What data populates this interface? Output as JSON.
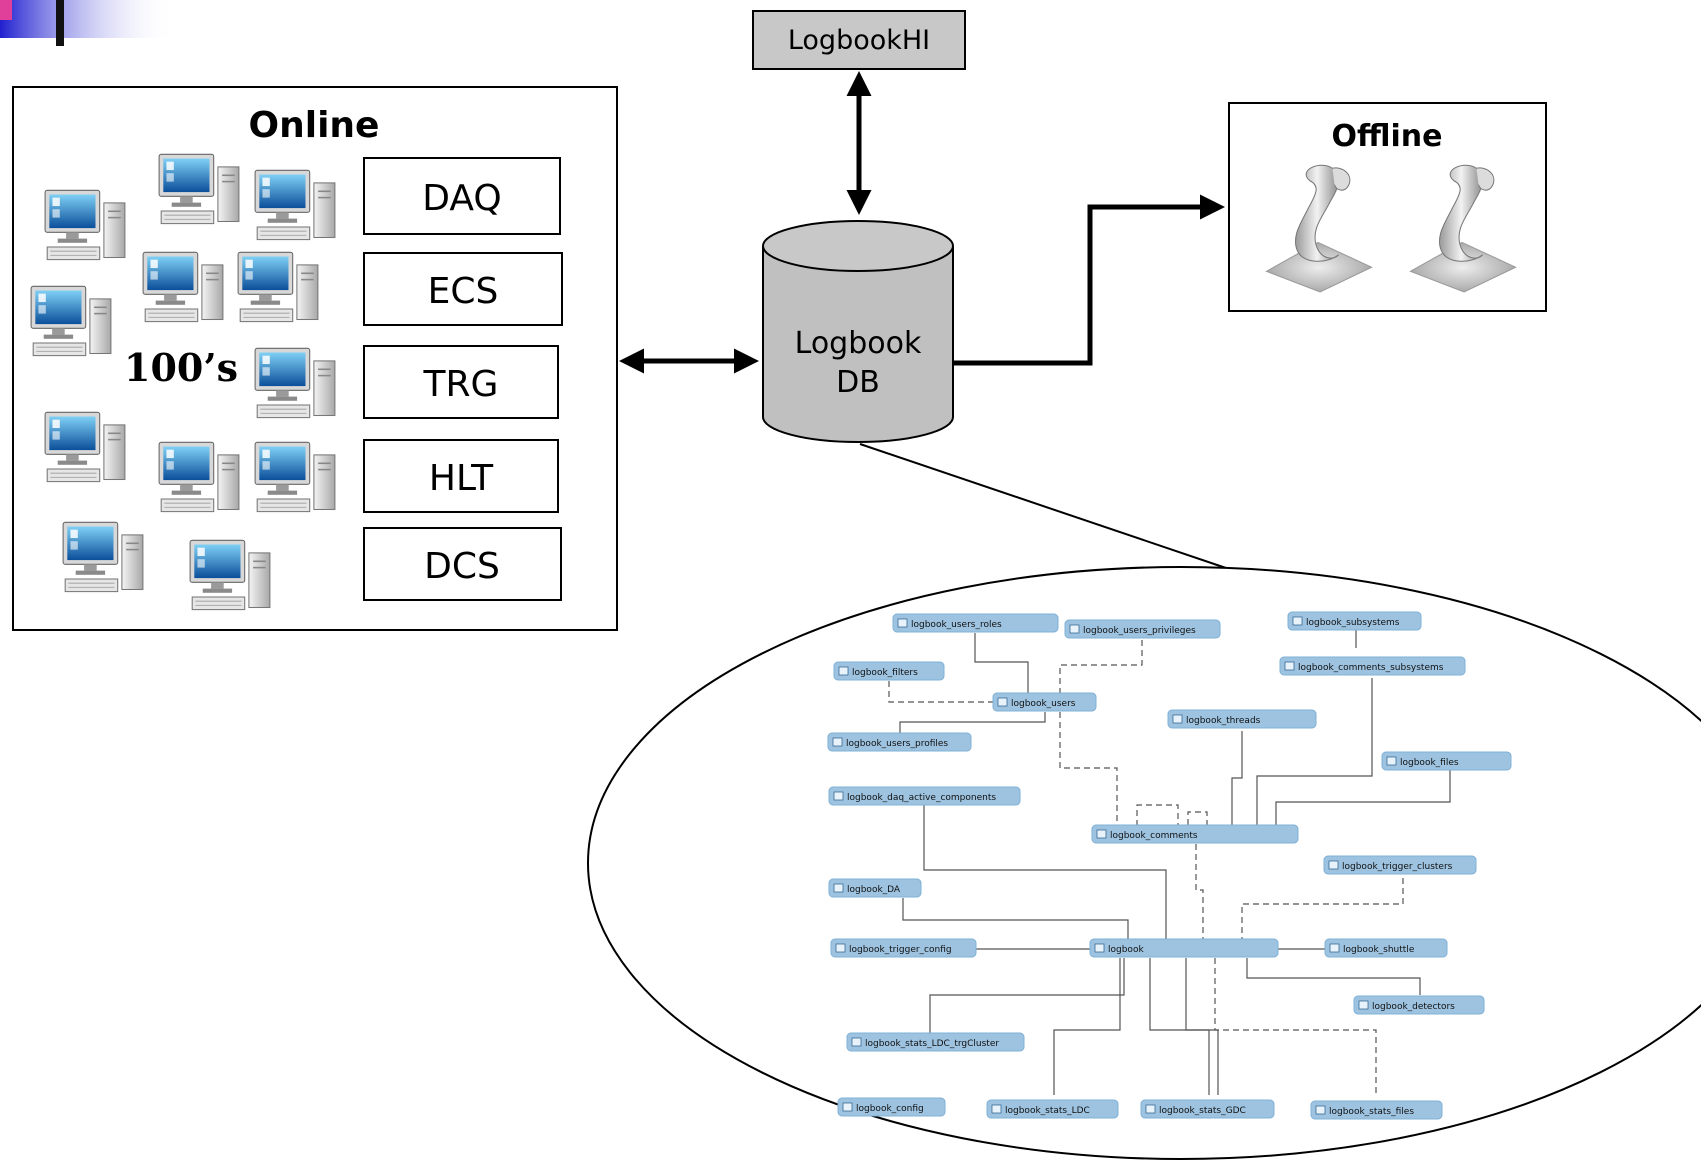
{
  "top_box": {
    "label": "LogbookHI"
  },
  "online": {
    "title": "Online",
    "count_label": "100’s",
    "subsystems": [
      "DAQ",
      "ECS",
      "TRG",
      "HLT",
      "DCS"
    ]
  },
  "database": {
    "line1": "Logbook",
    "line2": "DB"
  },
  "offline": {
    "title": "Offline"
  },
  "schema": {
    "tables": [
      "logbook_users_roles",
      "logbook_users_privileges",
      "logbook_subsystems",
      "logbook_filters",
      "logbook_comments_subsystems",
      "logbook_users",
      "logbook_threads",
      "logbook_users_profiles",
      "logbook_files",
      "logbook_daq_active_components",
      "logbook_comments",
      "logbook_trigger_clusters",
      "logbook_DA",
      "logbook_trigger_config",
      "logbook",
      "logbook_shuttle",
      "logbook_detectors",
      "logbook_stats_LDC_trgCluster",
      "logbook_config",
      "logbook_stats_LDC",
      "logbook_stats_GDC",
      "logbook_stats_files"
    ]
  },
  "colors": {
    "gray_box": "#c8c8c8",
    "cylinder": "#c0c0c0",
    "table_pill": "#9dc3e0",
    "table_pill_dark": "#7fb0d6",
    "logo_blue": "#2b2bd8",
    "logo_pink": "#e0409a"
  }
}
